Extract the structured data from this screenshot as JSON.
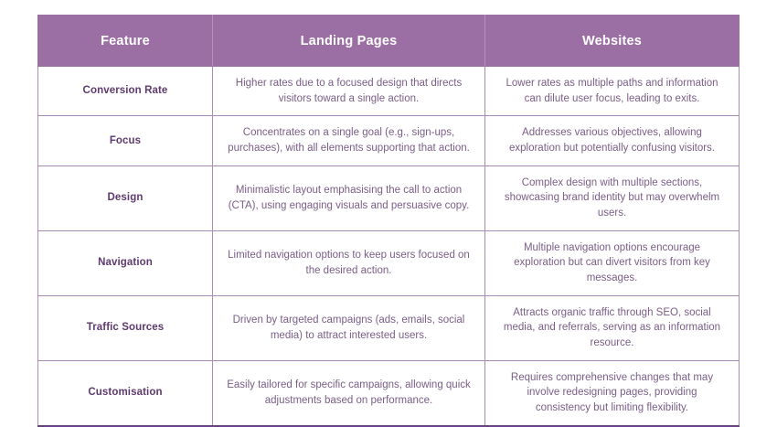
{
  "table": {
    "columns": [
      {
        "key": "feature",
        "label": "Feature"
      },
      {
        "key": "landing",
        "label": "Landing Pages"
      },
      {
        "key": "websites",
        "label": "Websites"
      }
    ],
    "rows": [
      {
        "feature": "Conversion Rate",
        "landing": "Higher rates due to a focused design that directs visitors toward a single action.",
        "websites": "Lower rates as multiple paths and information can dilute user focus, leading to exits."
      },
      {
        "feature": "Focus",
        "landing": "Concentrates on a single goal (e.g., sign-ups, purchases), with all elements supporting that action.",
        "websites": "Addresses various objectives, allowing exploration but potentially confusing visitors."
      },
      {
        "feature": "Design",
        "landing": "Minimalistic layout emphasising the call to action (CTA), using engaging visuals and persuasive copy.",
        "websites": "Complex design with multiple sections, showcasing brand identity but may overwhelm users."
      },
      {
        "feature": "Navigation",
        "landing": "Limited navigation options to keep users focused on the desired action.",
        "websites": "Multiple navigation options encourage exploration but can divert visitors from key messages."
      },
      {
        "feature": "Traffic Sources",
        "landing": "Driven by targeted campaigns (ads, emails, social media) to attract interested users.",
        "websites": "Attracts organic traffic through SEO, social media, and referrals, serving as an information resource."
      },
      {
        "feature": "Customisation",
        "landing": "Easily tailored for specific campaigns, allowing quick adjustments based on performance.",
        "websites": "Requires comprehensive changes that may involve redesigning pages, providing consistency but limiting flexibility."
      }
    ]
  },
  "colors": {
    "header_background": "#9B6FA4",
    "header_text": "#FFFFFF",
    "feature_text": "#5E3A6E",
    "body_text": "#7A5E86",
    "grid_border": "#A98BB5",
    "bottom_border": "#6B4080",
    "page_background": "#FFFFFF"
  }
}
